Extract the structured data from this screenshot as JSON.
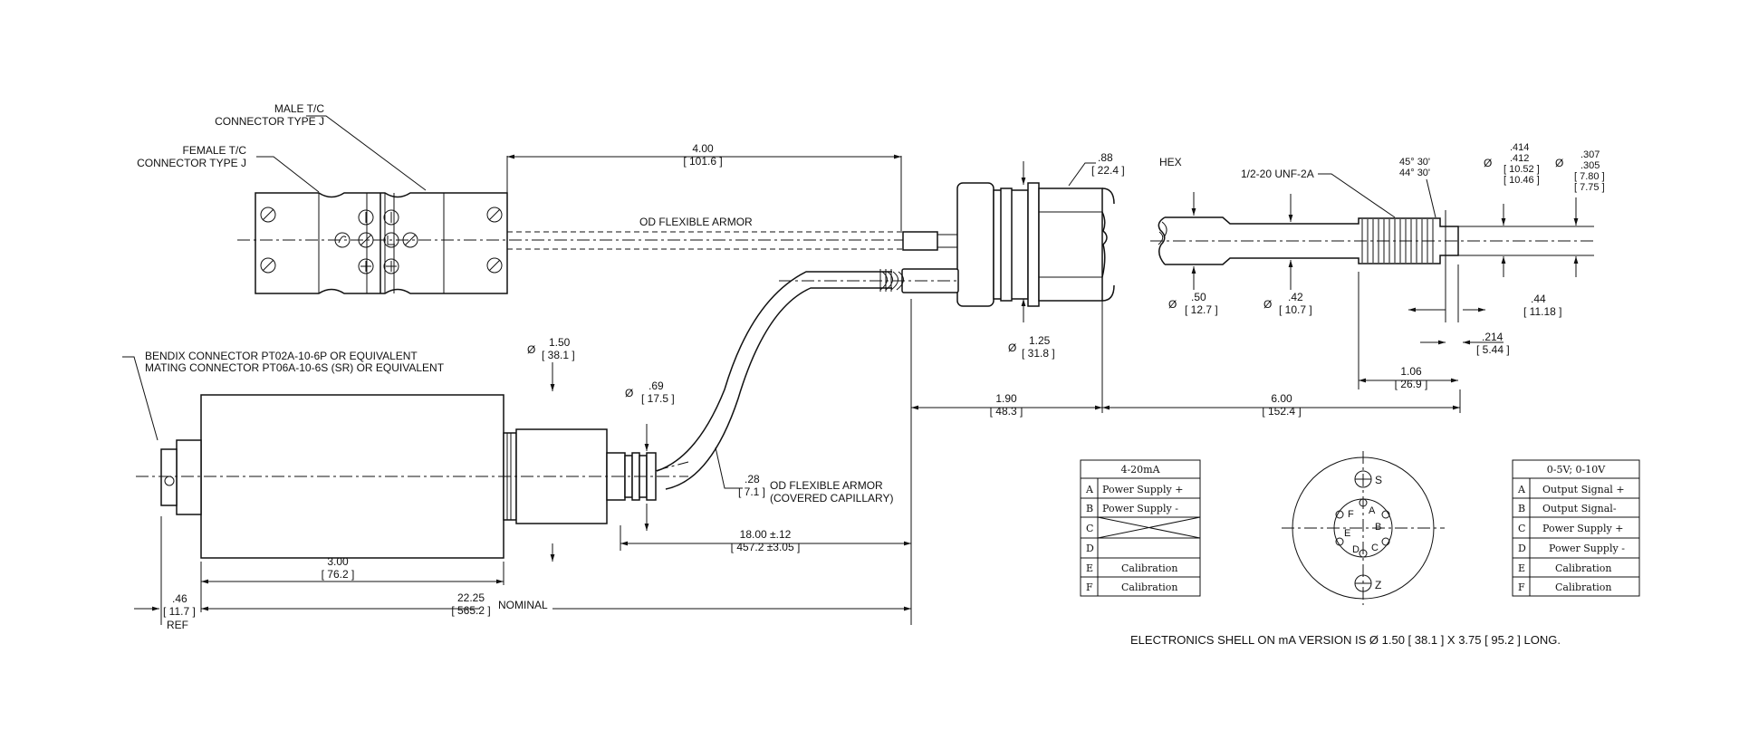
{
  "callouts": {
    "male_connector": [
      "MALE T/C",
      "CONNECTOR TYPE J"
    ],
    "female_connector": [
      "FEMALE T/C",
      "CONNECTOR TYPE J"
    ],
    "od_flexible_armor_top": "OD FLEXIBLE ARMOR",
    "hex": "HEX",
    "thread": "1/2-20 UNF-2A",
    "bendix": [
      "BENDIX CONNECTOR  PT02A-10-6P OR EQUIVALENT",
      "MATING CONNECTOR  PT06A-10-6S (SR) OR EQUIVALENT"
    ],
    "od_flexible_armor_bottom": [
      "OD FLEXIBLE ARMOR",
      "(COVERED CAPILLARY)"
    ],
    "nominal": "NOMINAL",
    "ref": "REF",
    "footnote": "ELECTRONICS SHELL ON mA VERSION IS Ø 1.50 [ 38.1 ] X 3.75 [ 95.2 ] LONG."
  },
  "dimensions": {
    "armor_length": [
      "4.00",
      "[ 101.6 ]"
    ],
    "hex": [
      ".88",
      "[ 22.4 ]"
    ],
    "angle": [
      "45° 30'",
      "44° 30'"
    ],
    "d414": [
      ".414",
      ".412",
      "[ 10.52 ]",
      "[ 10.46 ]"
    ],
    "d307": [
      ".307",
      ".305",
      "[ 7.80 ]",
      "[ 7.75 ]"
    ],
    "d50": [
      ".50",
      "[ 12.7 ]"
    ],
    "d42": [
      ".42",
      "[ 10.7 ]"
    ],
    "d44": [
      ".44",
      "[ 11.18 ]"
    ],
    "d214": [
      ".214",
      "[ 5.44 ]"
    ],
    "d106": [
      "1.06",
      "[ 26.9 ]"
    ],
    "d125": [
      "1.25",
      "[ 31.8 ]"
    ],
    "d150": [
      "1.50",
      "[ 38.1 ]"
    ],
    "d69": [
      ".69",
      "[ 17.5 ]"
    ],
    "d28": [
      ".28",
      "[ 7.1 ]"
    ],
    "d190": [
      "1.90",
      "[ 48.3 ]"
    ],
    "d600": [
      "6.00",
      "[ 152.4 ]"
    ],
    "d1800": [
      "18.00 ±.12",
      "[ 457.2 ±3.05 ]"
    ],
    "d300": [
      "3.00",
      "[ 76.2 ]"
    ],
    "d46": [
      ".46",
      "[ 11.7 ]"
    ],
    "d2225": [
      "22.25",
      "[ 565.2 ]"
    ]
  },
  "diameter_symbol": "Ø",
  "table_ma": {
    "title": "4-20mA",
    "rows": [
      {
        "pin": "A",
        "label": "Power Supply +"
      },
      {
        "pin": "B",
        "label": "Power Supply -"
      },
      {
        "pin": "C",
        "label": ""
      },
      {
        "pin": "D",
        "label": ""
      },
      {
        "pin": "E",
        "label": "Calibration"
      },
      {
        "pin": "F",
        "label": "Calibration"
      }
    ]
  },
  "table_v": {
    "title": "0-5V; 0-10V",
    "rows": [
      {
        "pin": "A",
        "label": "Output Signal +"
      },
      {
        "pin": "B",
        "label": "Output Signal-"
      },
      {
        "pin": "C",
        "label": "Power Supply +"
      },
      {
        "pin": "D",
        "label": "Power Supply -"
      },
      {
        "pin": "E",
        "label": "Calibration"
      },
      {
        "pin": "F",
        "label": "Calibration"
      }
    ]
  },
  "connector_face": {
    "top": "S",
    "bottom": "Z",
    "pins": [
      "A",
      "B",
      "C",
      "D",
      "E",
      "F"
    ]
  }
}
